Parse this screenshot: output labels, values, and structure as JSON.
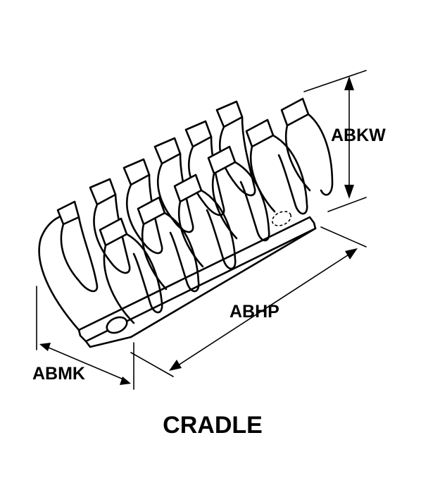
{
  "dimensions": {
    "height_label": "ABKW",
    "length_label": "ABHP",
    "width_label": "ABMK"
  },
  "caption": "CRADLE",
  "colors": {
    "line": "#000000",
    "background": "#ffffff"
  }
}
